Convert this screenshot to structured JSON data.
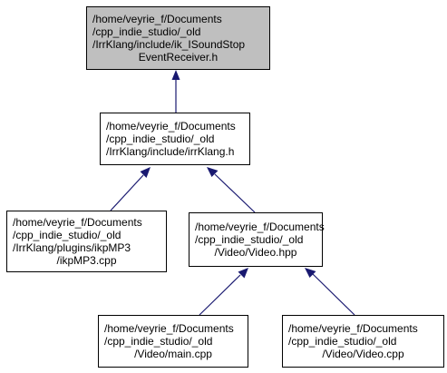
{
  "colors": {
    "current_node_fill": "#bfbfbf",
    "node_fill": "#ffffff",
    "edge": "#191970",
    "border": "#000000"
  },
  "nodes": [
    {
      "id": "ik_ISoundStopEventReceiver_h",
      "lines": [
        "/home/veyrie_f/Documents",
        "/cpp_indie_studio/_old",
        "/IrrKlang/include/ik_ISoundStop",
        "EventReceiver.h"
      ],
      "current": true
    },
    {
      "id": "irrKlang_h",
      "lines": [
        "/home/veyrie_f/Documents",
        "/cpp_indie_studio/_old",
        "/IrrKlang/include/irrKlang.h"
      ]
    },
    {
      "id": "ikpMP3_cpp",
      "lines": [
        "/home/veyrie_f/Documents",
        "/cpp_indie_studio/_old",
        "/IrrKlang/plugins/ikpMP3",
        "/ikpMP3.cpp"
      ]
    },
    {
      "id": "Video_hpp",
      "lines": [
        "/home/veyrie_f/Documents",
        "/cpp_indie_studio/_old",
        "/Video/Video.hpp"
      ]
    },
    {
      "id": "main_cpp",
      "lines": [
        "/home/veyrie_f/Documents",
        "/cpp_indie_studio/_old",
        "/Video/main.cpp"
      ]
    },
    {
      "id": "Video_cpp",
      "lines": [
        "/home/veyrie_f/Documents",
        "/cpp_indie_studio/_old",
        "/Video/Video.cpp"
      ]
    }
  ],
  "edges": [
    {
      "from": "irrKlang_h",
      "to": "ik_ISoundStopEventReceiver_h"
    },
    {
      "from": "ikpMP3_cpp",
      "to": "irrKlang_h"
    },
    {
      "from": "Video_hpp",
      "to": "irrKlang_h"
    },
    {
      "from": "main_cpp",
      "to": "Video_hpp"
    },
    {
      "from": "Video_cpp",
      "to": "Video_hpp"
    }
  ]
}
